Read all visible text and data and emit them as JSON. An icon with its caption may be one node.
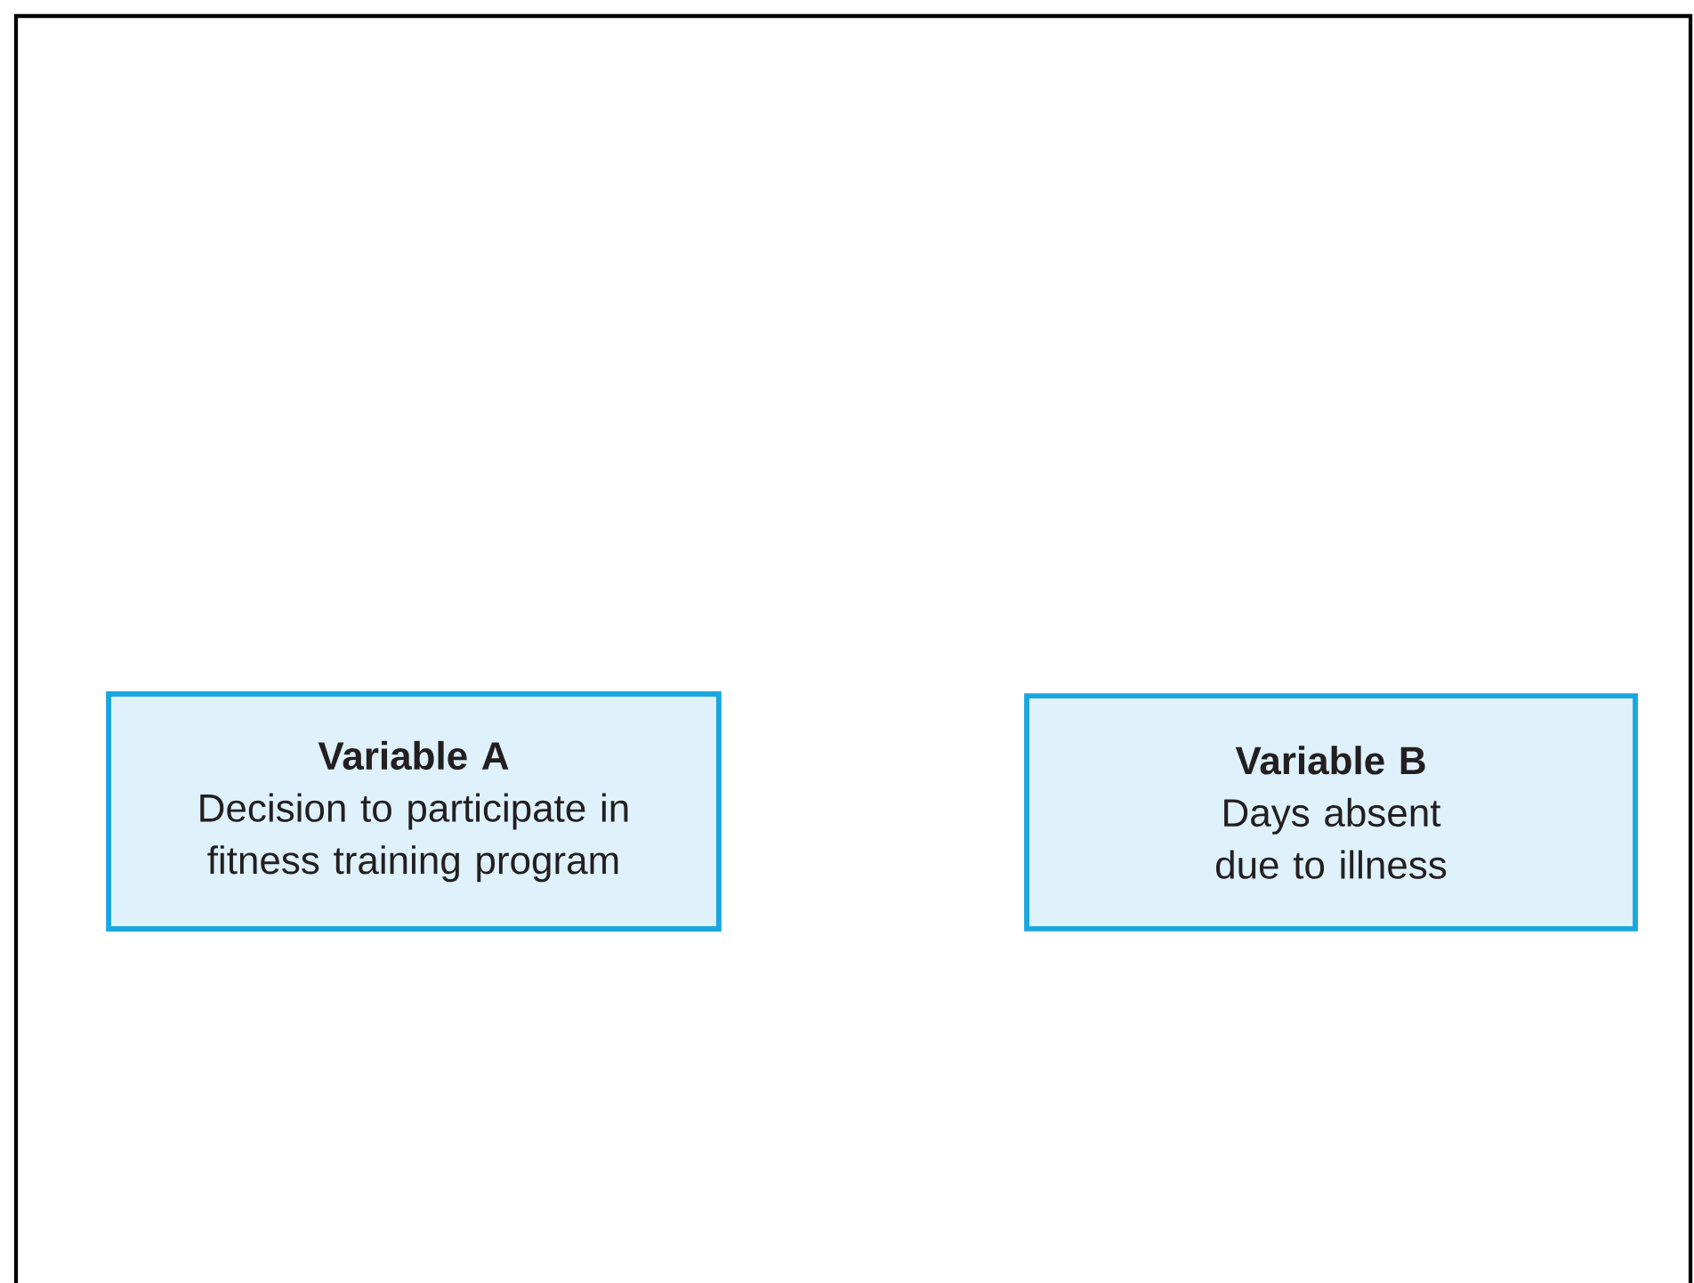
{
  "diagram": {
    "nodes": [
      {
        "text": [
          "Variable A",
          "Decision to participate in fitness training program"
        ]
      },
      {
        "text": [
          "Variable B",
          "Days absent due to illness"
        ]
      }
    ]
  }
}
